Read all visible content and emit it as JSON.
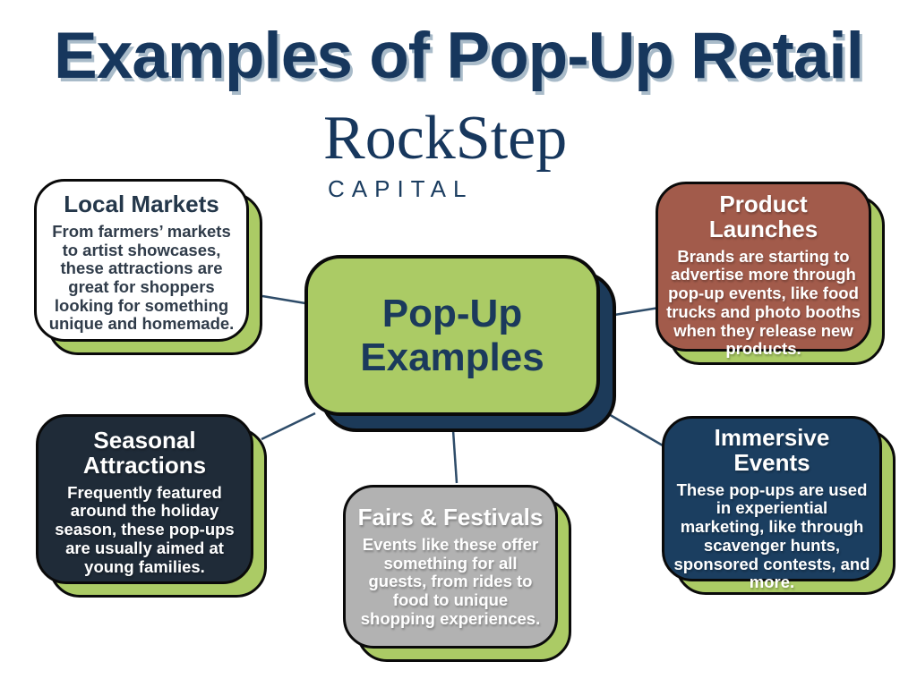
{
  "slide": {
    "title": "Examples of Pop-Up Retail"
  },
  "logo": {
    "name": "RockStep",
    "subtext": "CAPITAL"
  },
  "diagram": {
    "center": {
      "label": "Pop-Up\nExamples"
    },
    "nodes": [
      {
        "title": "Local Markets",
        "body": "From farmers’ markets to artist showcases, these attractions are great for shoppers looking for something unique and homemade."
      },
      {
        "title": "Product\nLaunches",
        "body": "Brands are starting to advertise more through pop-up events, like food trucks and photo booths when they release new products."
      },
      {
        "title": "Seasonal\nAttractions",
        "body": "Frequently featured around the holiday season, these pop-ups are usually aimed at young families."
      },
      {
        "title": "Fairs & Festivals",
        "body": "Events like these offer something for all guests, from rides to food to unique shopping experiences."
      },
      {
        "title": "Immersive\nEvents",
        "body": "These pop-ups are used in experiential marketing, like through scavenger hunts, sponsored contests, and more."
      }
    ]
  },
  "colors": {
    "navy": "#17375d",
    "title_shadow": "#a9bbc9",
    "green": "#abcb65",
    "center_shadow_navy": "#1c3a59",
    "brick": "#a25b4b",
    "charcoal": "#1f2b38",
    "immersive_navy": "#1b3e60",
    "gray": "#b2b2b2",
    "connector": "#2e4c69",
    "white": "#ffffff"
  }
}
